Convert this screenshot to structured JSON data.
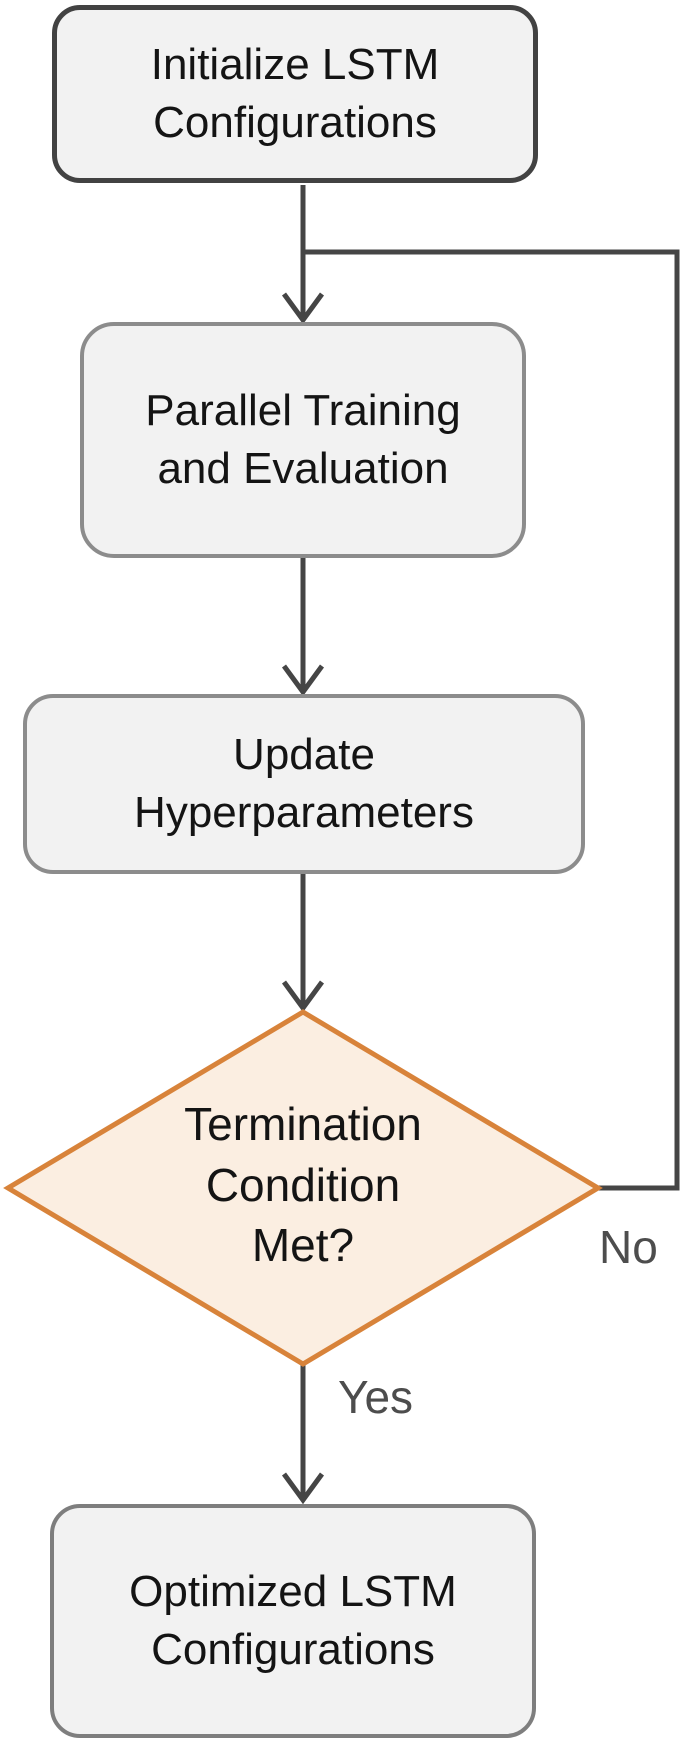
{
  "flowchart": {
    "nodes": {
      "init": {
        "label": "Initialize LSTM Configurations",
        "lines": [
          "Initialize LSTM",
          "Configurations"
        ]
      },
      "parallel": {
        "label": "Parallel Training and Evaluation",
        "lines": [
          "Parallel Training",
          "and Evaluation"
        ]
      },
      "update": {
        "label": "Update Hyperparameters",
        "lines": [
          "Update",
          "Hyperparameters"
        ]
      },
      "decision": {
        "label": "Termination Condition Met?",
        "lines": [
          "Termination",
          "Condition",
          "Met?"
        ]
      },
      "output": {
        "label": "Optimized LSTM Configurations",
        "lines": [
          "Optimized LSTM",
          "Configurations"
        ]
      }
    },
    "edge_labels": {
      "yes": "Yes",
      "no": "No"
    },
    "colors": {
      "accent_orange": "#D8833A",
      "diamond_fill": "#FBEEE1",
      "node_fill": "#F2F2F2",
      "node_border": "#8C8C8C",
      "output_border": "#7E7E7E",
      "start_border": "#424242",
      "edge": "#454545",
      "label_text": "#4D4D4D",
      "text": "#141414"
    }
  }
}
